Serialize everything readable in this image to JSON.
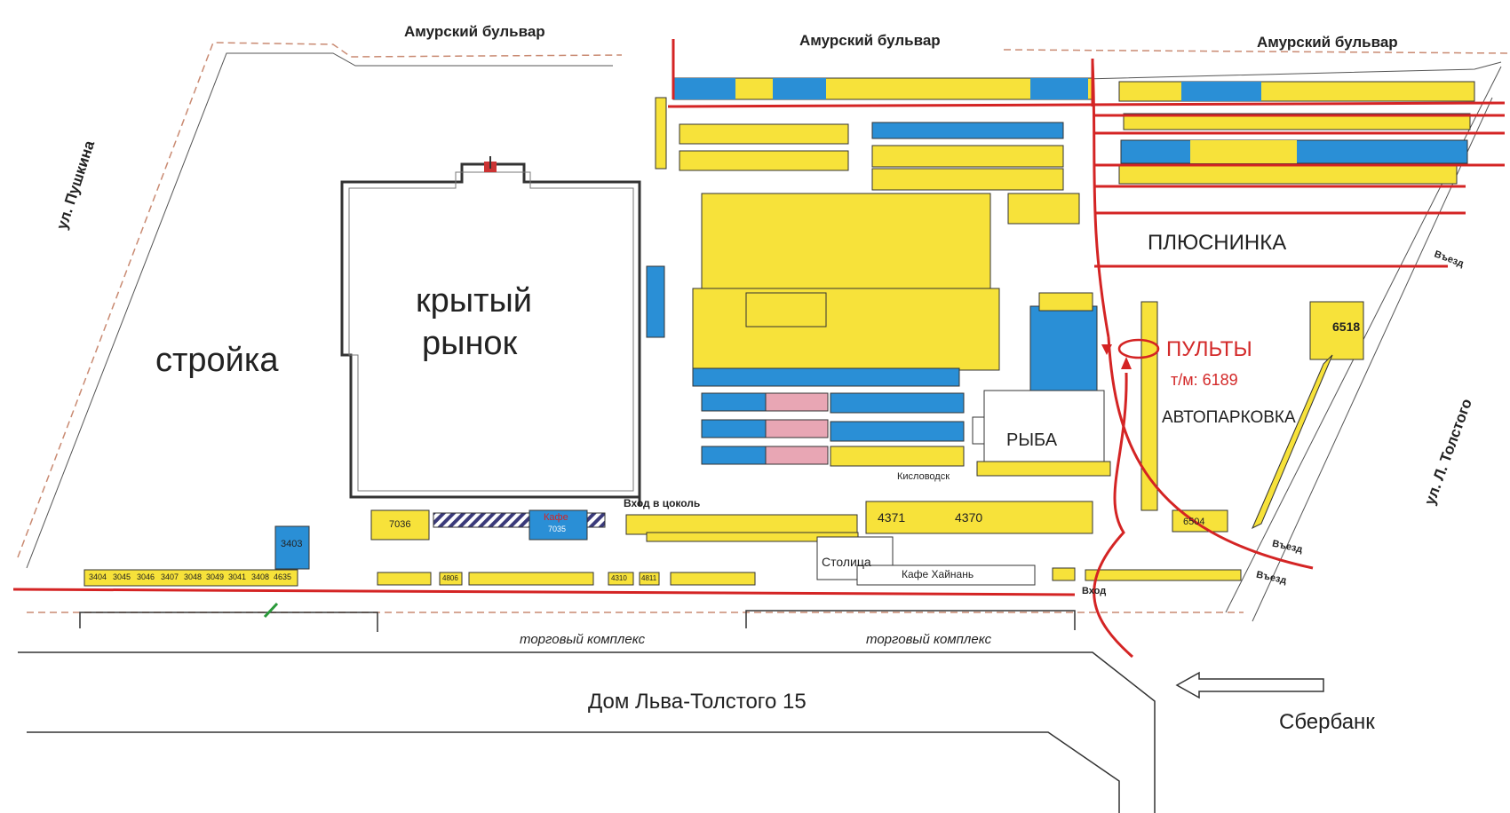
{
  "streets": {
    "amursky_1": "Амурский бульвар",
    "amursky_2": "Амурский бульвар",
    "amursky_3": "Амурский бульвар",
    "pushkina": "ул. Пушкина",
    "tolstogo": "ул. Л. Толстого"
  },
  "areas": {
    "stroyka": "стройка",
    "krytyi_1": "крытый",
    "krytyi_2": "рынок",
    "plyusninka": "ПЛЮСНИНКА",
    "ryba": "РЫБА",
    "avtoparkovka": "АВТОПАРКОВКА",
    "pulty": "ПУЛЬТЫ",
    "pulty_tm": "т/м: 6189",
    "stolitsa": "Столица",
    "kafe_khainan": "Кафе Хайнань",
    "kislovodsk": "Кисловодск",
    "vkhod_tsokol": "Вход в цоколь",
    "vkhod": "Вход",
    "vezd_1": "Въезд",
    "vezd_2": "Въезд",
    "vezd_3": "Въезд",
    "torg_1": "торговый комплекс",
    "torg_2": "торговый комплекс",
    "dom_tolstogo": "Дом Льва-Толстого 15",
    "sberbank": "Сбербанк"
  },
  "stalls": {
    "s6518": "6518",
    "s4371": "4371",
    "s4370": "4370",
    "s7036": "7036",
    "s7035": "7035",
    "s3403": "3403",
    "s6504": "6504",
    "cafe": "Кафе",
    "bottom_row": [
      "3404",
      "3045",
      "3046",
      "3407",
      "3048",
      "3049",
      "3041",
      "3408",
      "4635"
    ],
    "row_mid": [
      "4806",
      "4310",
      "4811"
    ]
  },
  "colors": {
    "stall_yellow": "#f7e23a",
    "stall_blue": "#2a8fd6",
    "stall_pink": "#e8a6b4",
    "route_red": "#d42424",
    "boundary": "#c98a72"
  }
}
